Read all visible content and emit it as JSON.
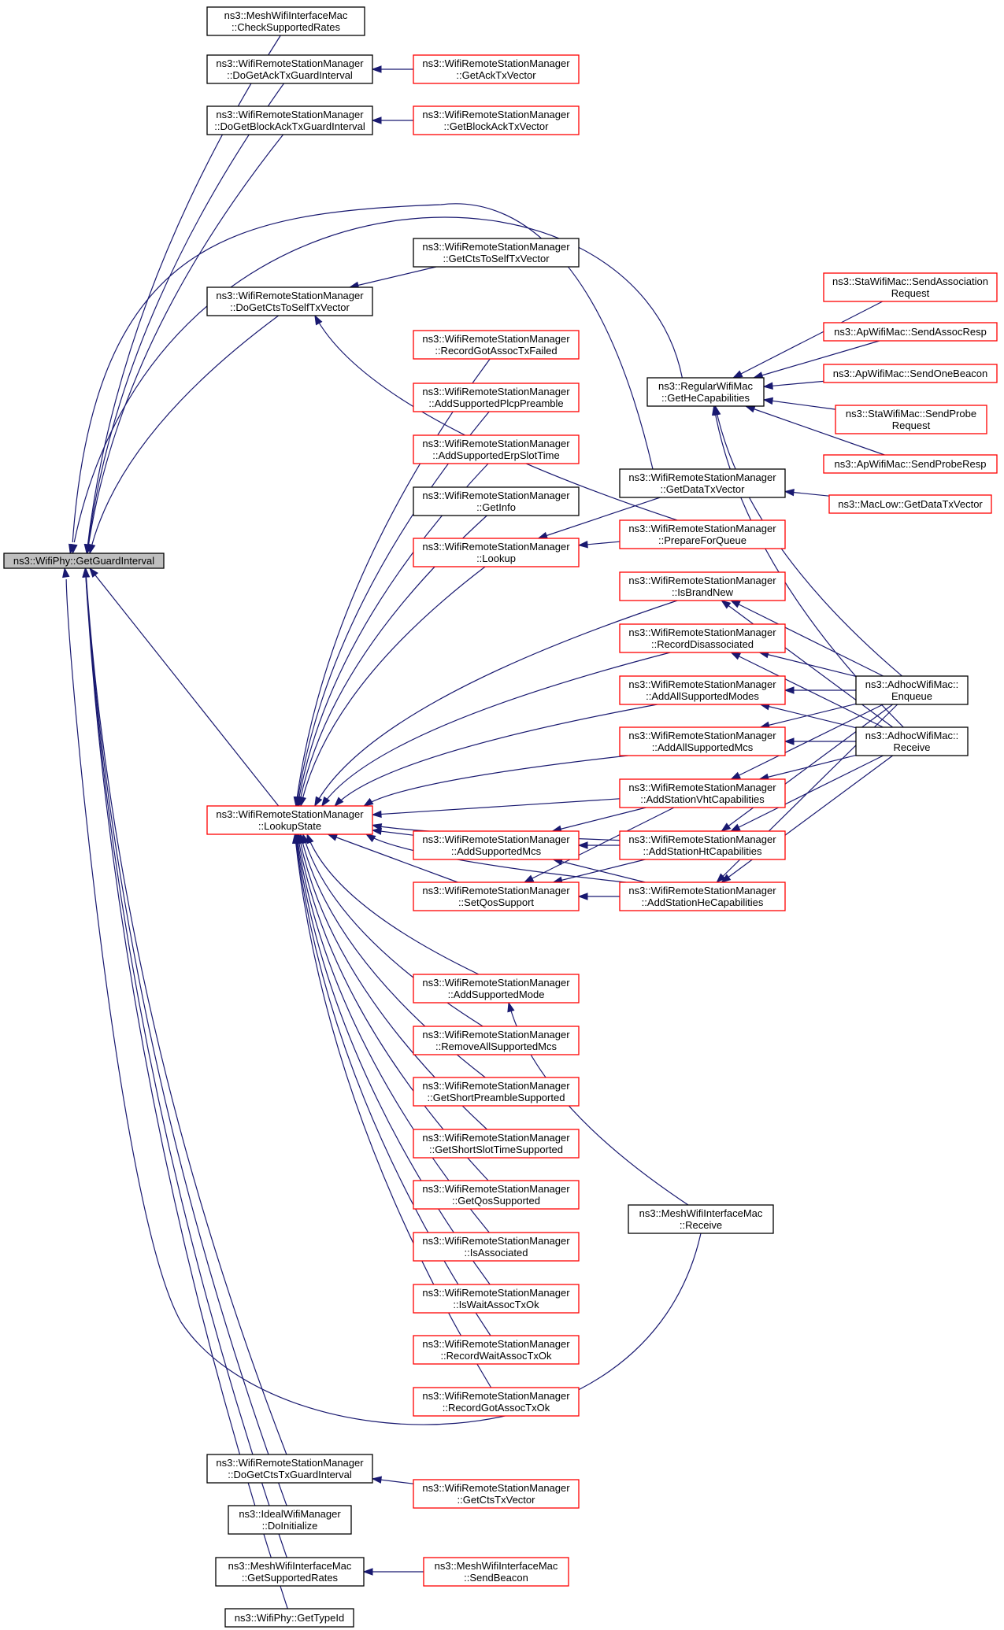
{
  "colors": {
    "edge": "#191970",
    "border_plain": "#000000",
    "border_red": "#ff0000",
    "fill_focus": "#bfbfbf",
    "fill_node": "#ffffff"
  },
  "nodes": [
    {
      "id": "getGuardInterval",
      "lines": [
        "ns3::WifiPhy::GetGuardInterval"
      ],
      "style": "focus"
    },
    {
      "id": "meshCheckSupportedRates",
      "lines": [
        "ns3::MeshWifiInterfaceMac",
        "::CheckSupportedRates"
      ],
      "style": "plain"
    },
    {
      "id": "doGetAckTxGuardInterval",
      "lines": [
        "ns3::WifiRemoteStationManager",
        "::DoGetAckTxGuardInterval"
      ],
      "style": "plain"
    },
    {
      "id": "getAckTxVector",
      "lines": [
        "ns3::WifiRemoteStationManager",
        "::GetAckTxVector"
      ],
      "style": "red"
    },
    {
      "id": "doGetBlockAckTxGuardInterval",
      "lines": [
        "ns3::WifiRemoteStationManager",
        "::DoGetBlockAckTxGuardInterval"
      ],
      "style": "plain"
    },
    {
      "id": "getBlockAckTxVector",
      "lines": [
        "ns3::WifiRemoteStationManager",
        "::GetBlockAckTxVector"
      ],
      "style": "red"
    },
    {
      "id": "getCtsToSelfTxVector",
      "lines": [
        "ns3::WifiRemoteStationManager",
        "::GetCtsToSelfTxVector"
      ],
      "style": "plain"
    },
    {
      "id": "doGetCtsToSelfTxVector",
      "lines": [
        "ns3::WifiRemoteStationManager",
        "::DoGetCtsToSelfTxVector"
      ],
      "style": "plain"
    },
    {
      "id": "staSendAssociationRequest",
      "lines": [
        "ns3::StaWifiMac::SendAssociation",
        "Request"
      ],
      "style": "red"
    },
    {
      "id": "apSendAssocResp",
      "lines": [
        "ns3::ApWifiMac::SendAssocResp"
      ],
      "style": "red"
    },
    {
      "id": "apSendOneBeacon",
      "lines": [
        "ns3::ApWifiMac::SendOneBeacon"
      ],
      "style": "red"
    },
    {
      "id": "staSendProbeRequest",
      "lines": [
        "ns3::StaWifiMac::SendProbe",
        "Request"
      ],
      "style": "red"
    },
    {
      "id": "apSendProbeResp",
      "lines": [
        "ns3::ApWifiMac::SendProbeResp"
      ],
      "style": "red"
    },
    {
      "id": "regularGetHeCapabilities",
      "lines": [
        "ns3::RegularWifiMac",
        "::GetHeCapabilities"
      ],
      "style": "plain"
    },
    {
      "id": "recordGotAssocTxFailed",
      "lines": [
        "ns3::WifiRemoteStationManager",
        "::RecordGotAssocTxFailed"
      ],
      "style": "red"
    },
    {
      "id": "addSupportedPlcpPreamble",
      "lines": [
        "ns3::WifiRemoteStationManager",
        "::AddSupportedPlcpPreamble"
      ],
      "style": "red"
    },
    {
      "id": "addSupportedErpSlotTime",
      "lines": [
        "ns3::WifiRemoteStationManager",
        "::AddSupportedErpSlotTime"
      ],
      "style": "red"
    },
    {
      "id": "getInfo",
      "lines": [
        "ns3::WifiRemoteStationManager",
        "::GetInfo"
      ],
      "style": "plain"
    },
    {
      "id": "lookup",
      "lines": [
        "ns3::WifiRemoteStationManager",
        "::Lookup"
      ],
      "style": "red"
    },
    {
      "id": "getDataTxVector",
      "lines": [
        "ns3::WifiRemoteStationManager",
        "::GetDataTxVector"
      ],
      "style": "plain"
    },
    {
      "id": "macLowGetDataTxVector",
      "lines": [
        "ns3::MacLow::GetDataTxVector"
      ],
      "style": "red"
    },
    {
      "id": "prepareForQueue",
      "lines": [
        "ns3::WifiRemoteStationManager",
        "::PrepareForQueue"
      ],
      "style": "red"
    },
    {
      "id": "isBrandNew",
      "lines": [
        "ns3::WifiRemoteStationManager",
        "::IsBrandNew"
      ],
      "style": "red"
    },
    {
      "id": "recordDisassociated",
      "lines": [
        "ns3::WifiRemoteStationManager",
        "::RecordDisassociated"
      ],
      "style": "red"
    },
    {
      "id": "addAllSupportedModes",
      "lines": [
        "ns3::WifiRemoteStationManager",
        "::AddAllSupportedModes"
      ],
      "style": "red"
    },
    {
      "id": "addAllSupportedMcs",
      "lines": [
        "ns3::WifiRemoteStationManager",
        "::AddAllSupportedMcs"
      ],
      "style": "red"
    },
    {
      "id": "adhocEnqueue",
      "lines": [
        "ns3::AdhocWifiMac::",
        "Enqueue"
      ],
      "style": "plain"
    },
    {
      "id": "adhocReceive",
      "lines": [
        "ns3::AdhocWifiMac::",
        "Receive"
      ],
      "style": "plain"
    },
    {
      "id": "lookupState",
      "lines": [
        "ns3::WifiRemoteStationManager",
        "::LookupState"
      ],
      "style": "red"
    },
    {
      "id": "addStationVhtCapabilities",
      "lines": [
        "ns3::WifiRemoteStationManager",
        "::AddStationVhtCapabilities"
      ],
      "style": "red"
    },
    {
      "id": "addSupportedMcs",
      "lines": [
        "ns3::WifiRemoteStationManager",
        "::AddSupportedMcs"
      ],
      "style": "red"
    },
    {
      "id": "addStationHtCapabilities",
      "lines": [
        "ns3::WifiRemoteStationManager",
        "::AddStationHtCapabilities"
      ],
      "style": "red"
    },
    {
      "id": "setQosSupport",
      "lines": [
        "ns3::WifiRemoteStationManager",
        "::SetQosSupport"
      ],
      "style": "red"
    },
    {
      "id": "addStationHeCapabilities",
      "lines": [
        "ns3::WifiRemoteStationManager",
        "::AddStationHeCapabilities"
      ],
      "style": "red"
    },
    {
      "id": "addSupportedMode",
      "lines": [
        "ns3::WifiRemoteStationManager",
        "::AddSupportedMode"
      ],
      "style": "red"
    },
    {
      "id": "removeAllSupportedMcs",
      "lines": [
        "ns3::WifiRemoteStationManager",
        "::RemoveAllSupportedMcs"
      ],
      "style": "red"
    },
    {
      "id": "getShortPreambleSupported",
      "lines": [
        "ns3::WifiRemoteStationManager",
        "::GetShortPreambleSupported"
      ],
      "style": "red"
    },
    {
      "id": "getShortSlotTimeSupported",
      "lines": [
        "ns3::WifiRemoteStationManager",
        "::GetShortSlotTimeSupported"
      ],
      "style": "red"
    },
    {
      "id": "getQosSupported",
      "lines": [
        "ns3::WifiRemoteStationManager",
        "::GetQosSupported"
      ],
      "style": "red"
    },
    {
      "id": "meshReceive",
      "lines": [
        "ns3::MeshWifiInterfaceMac",
        "::Receive"
      ],
      "style": "plain"
    },
    {
      "id": "isAssociated",
      "lines": [
        "ns3::WifiRemoteStationManager",
        "::IsAssociated"
      ],
      "style": "red"
    },
    {
      "id": "isWaitAssocTxOk",
      "lines": [
        "ns3::WifiRemoteStationManager",
        "::IsWaitAssocTxOk"
      ],
      "style": "red"
    },
    {
      "id": "recordWaitAssocTxOk",
      "lines": [
        "ns3::WifiRemoteStationManager",
        "::RecordWaitAssocTxOk"
      ],
      "style": "red"
    },
    {
      "id": "recordGotAssocTxOk",
      "lines": [
        "ns3::WifiRemoteStationManager",
        "::RecordGotAssocTxOk"
      ],
      "style": "red"
    },
    {
      "id": "doGetCtsTxGuardInterval",
      "lines": [
        "ns3::WifiRemoteStationManager",
        "::DoGetCtsTxGuardInterval"
      ],
      "style": "plain"
    },
    {
      "id": "getCtsTxVector",
      "lines": [
        "ns3::WifiRemoteStationManager",
        "::GetCtsTxVector"
      ],
      "style": "red"
    },
    {
      "id": "idealDoInitialize",
      "lines": [
        "ns3::IdealWifiManager",
        "::DoInitialize"
      ],
      "style": "plain"
    },
    {
      "id": "meshGetSupportedRates",
      "lines": [
        "ns3::MeshWifiInterfaceMac",
        "::GetSupportedRates"
      ],
      "style": "plain"
    },
    {
      "id": "meshSendBeacon",
      "lines": [
        "ns3::MeshWifiInterfaceMac",
        "::SendBeacon"
      ],
      "style": "red"
    },
    {
      "id": "wifiPhyGetTypeId",
      "lines": [
        "ns3::WifiPhy::GetTypeId"
      ],
      "style": "plain"
    }
  ]
}
